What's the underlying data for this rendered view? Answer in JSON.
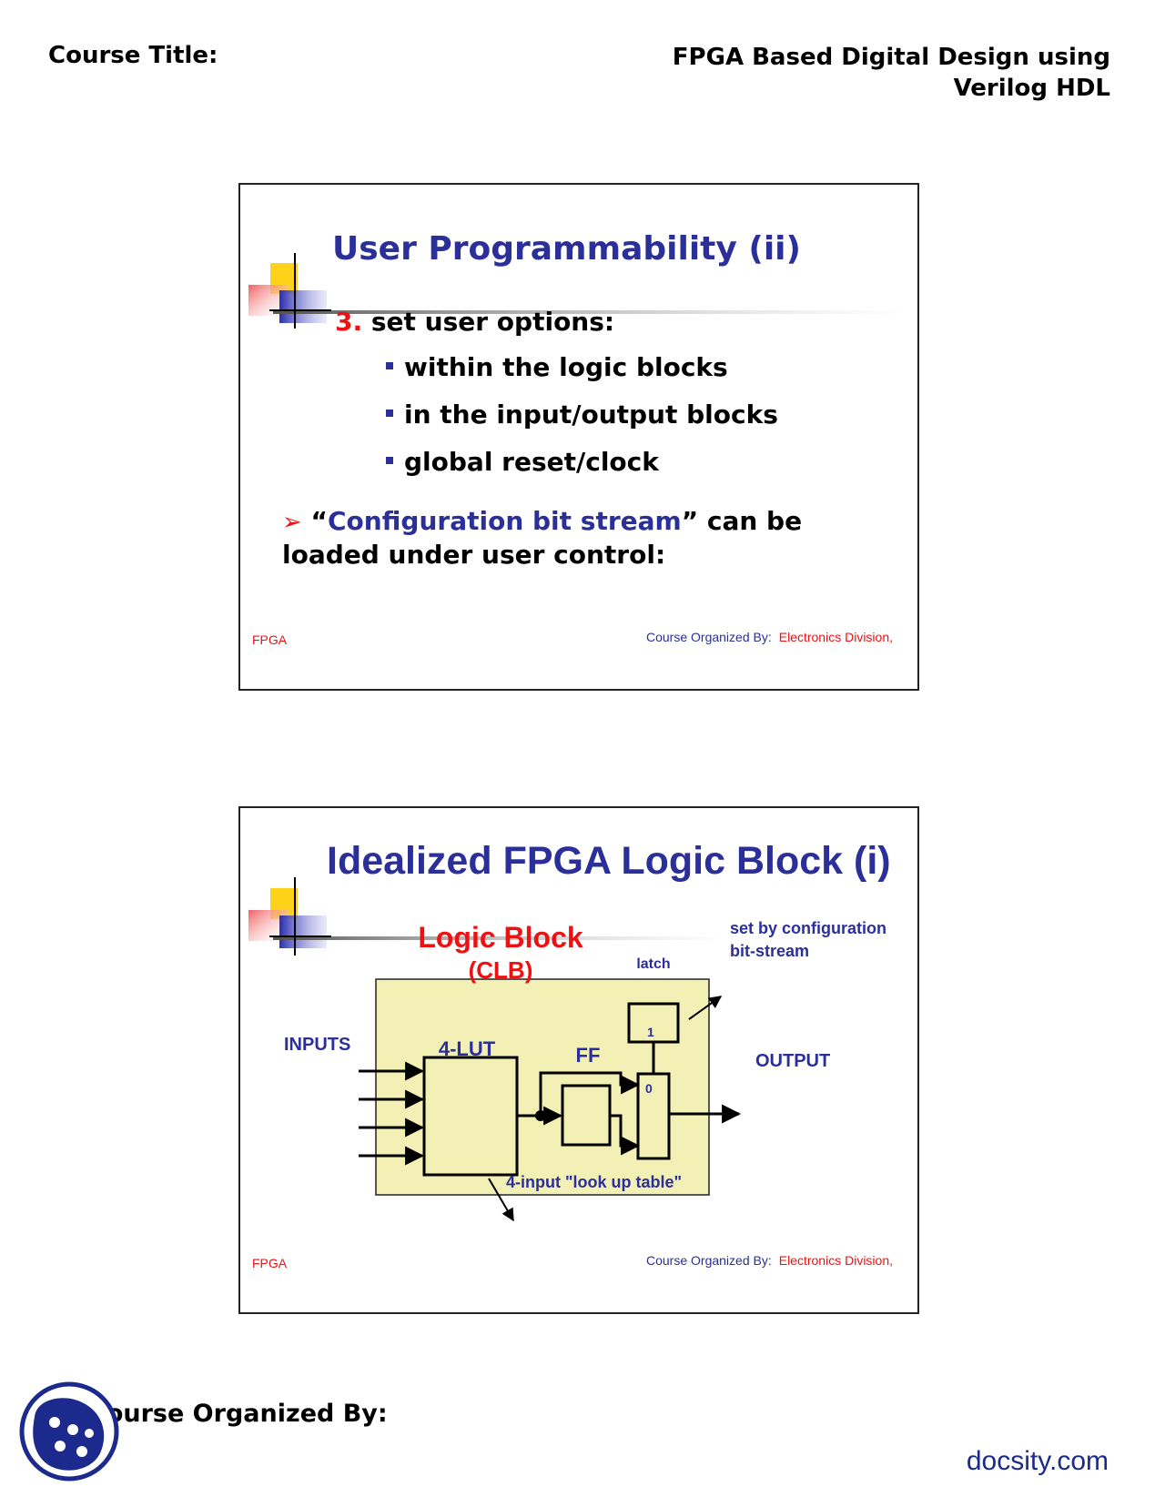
{
  "header": {
    "left": "Course Title:",
    "right_line1": "FPGA Based Digital Design using",
    "right_line2": "Verilog HDL"
  },
  "slide1": {
    "title": "User Programmability (ii)",
    "item_number": "3.",
    "item_text": "set user options:",
    "bullets": [
      "within the logic blocks",
      "in the input/output blocks",
      "global reset/clock"
    ],
    "arrow_open_quote": "“",
    "arrow_highlight": "Configuration bit stream",
    "arrow_close_quote": "”",
    "arrow_rest": " can be loaded under user control:",
    "footer_left": "FPGA",
    "footer_right_a": "Course Organized By:",
    "footer_right_b": "Electronics Division,"
  },
  "slide2": {
    "title": "Idealized FPGA Logic Block (i)",
    "diagram": {
      "logic_block": "Logic Block",
      "clb": "(CLB)",
      "latch": "latch",
      "config_line1": "set by configuration",
      "config_line2": "bit-stream",
      "inputs": "INPUTS",
      "lut": "4-LUT",
      "ff": "FF",
      "output": "OUTPUT",
      "mux_1": "1",
      "mux_0": "0",
      "lut_desc": "4-input \"look up table\""
    },
    "footer_left": "FPGA",
    "footer_right_a": "Course Organized By:",
    "footer_right_b": "Electronics Division,"
  },
  "footer": {
    "organized": "Course Organized By:",
    "site": "docsity.com"
  },
  "colors": {
    "title_blue": "#2b2f9a",
    "accent_red": "#ee1111",
    "deco_yellow": "#ffd21a",
    "block_fill": "#f3f0b6"
  },
  "icons": [
    "deco-squares-icon",
    "arrow-bullet-icon",
    "square-bullet-icon",
    "docsity-logo-icon"
  ]
}
